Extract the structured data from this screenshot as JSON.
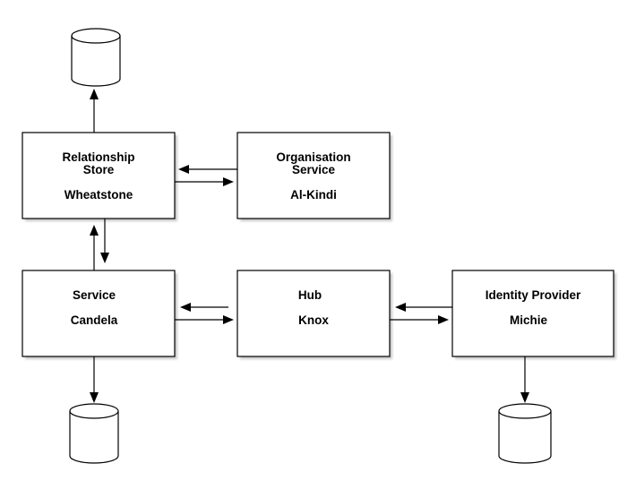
{
  "nodes": {
    "relationship_store": {
      "title_line1": "Relationship",
      "title_line2": "Store",
      "name": "Wheatstone"
    },
    "organisation_service": {
      "title_line1": "Organisation",
      "title_line2": "Service",
      "name": "Al-Kindi"
    },
    "service": {
      "title": "Service",
      "name": "Candela"
    },
    "hub": {
      "title": "Hub",
      "name": "Knox"
    },
    "identity_provider": {
      "title": "Identity Provider",
      "name": "Michie"
    }
  }
}
